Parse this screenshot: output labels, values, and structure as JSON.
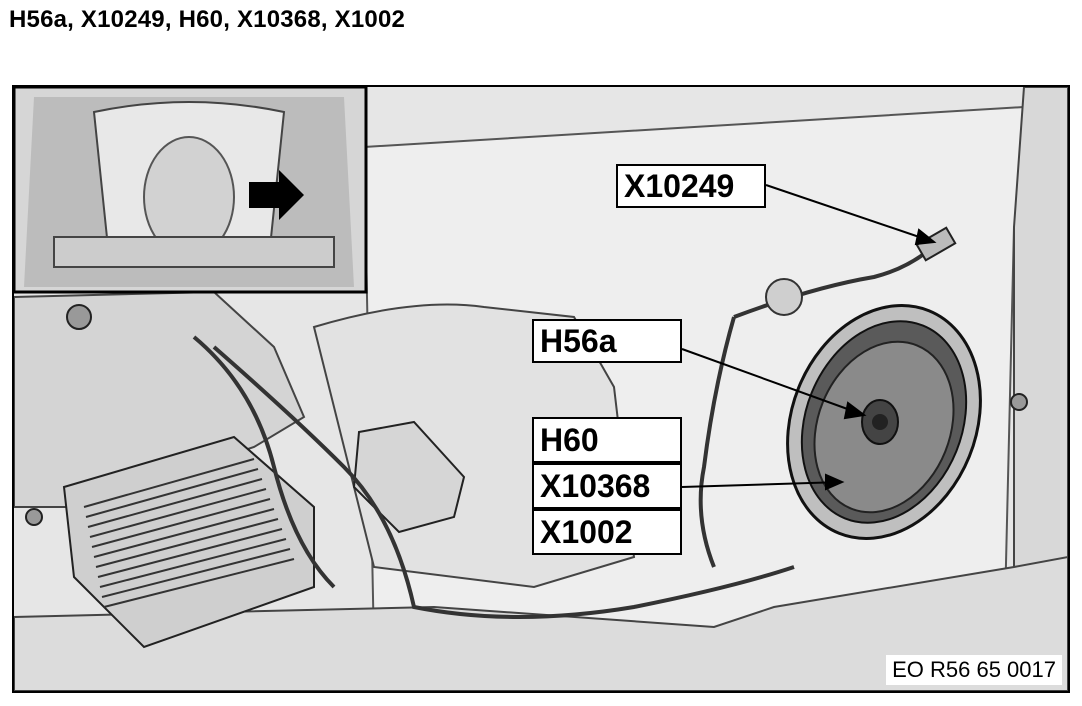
{
  "header": {
    "title": "H56a, X10249, H60, X10368, X1002"
  },
  "callouts": {
    "x10249": "X10249",
    "h56a": "H56a",
    "h60": "H60",
    "x10368": "X10368",
    "x1002": "X1002"
  },
  "figure": {
    "reference_code": "EO R56 65 0017"
  }
}
